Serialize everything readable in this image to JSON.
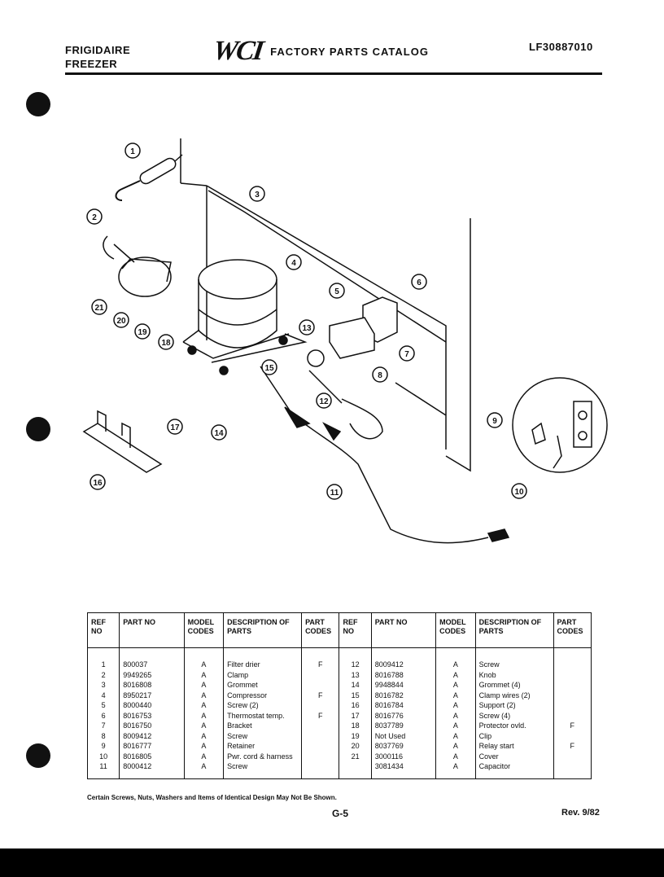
{
  "header": {
    "brand_line1": "FRIGIDAIRE",
    "brand_line2": "FREEZER",
    "logo": "WCI",
    "catalog_title": "FACTORY PARTS CATALOG",
    "model_number": "LF30887010"
  },
  "diagram": {
    "callouts": [
      "1",
      "2",
      "3",
      "4",
      "5",
      "6",
      "7",
      "8",
      "9",
      "10",
      "11",
      "12",
      "13",
      "14",
      "15",
      "16",
      "17",
      "18",
      "19",
      "20",
      "21"
    ]
  },
  "table": {
    "headers": {
      "ref_no": "REF NO",
      "ref_no_right": "REF NO",
      "part_no": "PART NO",
      "model_codes": "MODEL CODES",
      "description": "DESCRIPTION OF PARTS",
      "part_codes": "PART CODES"
    },
    "left_rows": [
      {
        "ref": "1",
        "part": "800037",
        "model": "A",
        "desc": "Filter drier",
        "code": "F"
      },
      {
        "ref": "2",
        "part": "9949265",
        "model": "A",
        "desc": "Clamp",
        "code": ""
      },
      {
        "ref": "3",
        "part": "8016808",
        "model": "A",
        "desc": "Grommet",
        "code": ""
      },
      {
        "ref": "4",
        "part": "8950217",
        "model": "A",
        "desc": "Compressor",
        "code": "F"
      },
      {
        "ref": "5",
        "part": "8000440",
        "model": "A",
        "desc": "Screw (2)",
        "code": ""
      },
      {
        "ref": "6",
        "part": "8016753",
        "model": "A",
        "desc": "Thermostat temp.",
        "code": "F"
      },
      {
        "ref": "7",
        "part": "8016750",
        "model": "A",
        "desc": "Bracket",
        "code": ""
      },
      {
        "ref": "8",
        "part": "8009412",
        "model": "A",
        "desc": "Screw",
        "code": ""
      },
      {
        "ref": "9",
        "part": "8016777",
        "model": "A",
        "desc": "Retainer",
        "code": ""
      },
      {
        "ref": "10",
        "part": "8016805",
        "model": "A",
        "desc": "Pwr. cord & harness",
        "code": ""
      },
      {
        "ref": "11",
        "part": "8000412",
        "model": "A",
        "desc": "Screw",
        "code": ""
      }
    ],
    "right_rows": [
      {
        "ref": "12",
        "part": "8009412",
        "model": "A",
        "desc": "Screw",
        "code": ""
      },
      {
        "ref": "13",
        "part": "8016788",
        "model": "A",
        "desc": "Knob",
        "code": ""
      },
      {
        "ref": "14",
        "part": "9948844",
        "model": "A",
        "desc": "Grommet (4)",
        "code": ""
      },
      {
        "ref": "15",
        "part": "8016782",
        "model": "A",
        "desc": "Clamp wires (2)",
        "code": ""
      },
      {
        "ref": "16",
        "part": "8016784",
        "model": "A",
        "desc": "Support (2)",
        "code": ""
      },
      {
        "ref": "17",
        "part": "8016776",
        "model": "A",
        "desc": "Screw (4)",
        "code": ""
      },
      {
        "ref": "18",
        "part": "8037789",
        "model": "A",
        "desc": "Protector ovld.",
        "code": "F"
      },
      {
        "ref": "19",
        "part": "Not Used",
        "model": "A",
        "desc": "Clip",
        "code": ""
      },
      {
        "ref": "20",
        "part": "8037769",
        "model": "A",
        "desc": "Relay start",
        "code": "F"
      },
      {
        "ref": "21",
        "part": "3000116",
        "model": "A",
        "desc": "Cover",
        "code": ""
      },
      {
        "ref": "",
        "part": "3081434",
        "model": "A",
        "desc": "Capacitor",
        "code": ""
      }
    ]
  },
  "footer": {
    "note": "Certain Screws, Nuts, Washers and Items of Identical Design May Not Be Shown.",
    "page": "G-5",
    "revision": "Rev. 9/82"
  }
}
